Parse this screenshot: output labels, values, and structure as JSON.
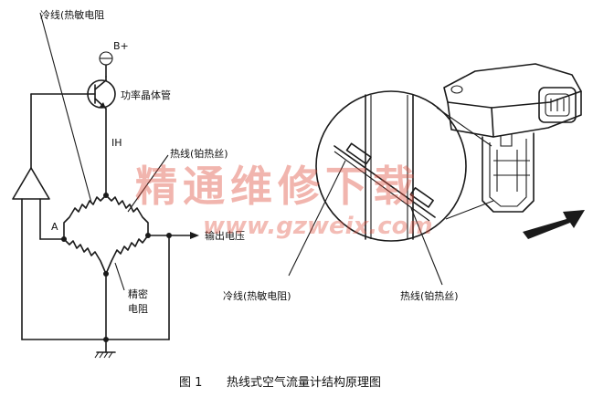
{
  "labels": {
    "cold_wire_top": "冷线(热敏电阻",
    "b_plus": "B+",
    "transistor": "功率晶体管",
    "ih": "IH",
    "hot_wire": "热线(铂热丝)",
    "node_a": "A",
    "output_voltage": "输出电压",
    "precision_resistor_1": "精密",
    "precision_resistor_2": "电阻",
    "cold_wire_bottom": "冷线(热敏电阻)",
    "hot_wire_bottom": "热线(铂热丝)"
  },
  "watermark": {
    "chinese": "精通维修下载",
    "url": "www.gzweix.com"
  },
  "caption": {
    "number": "图 1",
    "title": "热线式空气流量计结构原理图"
  }
}
